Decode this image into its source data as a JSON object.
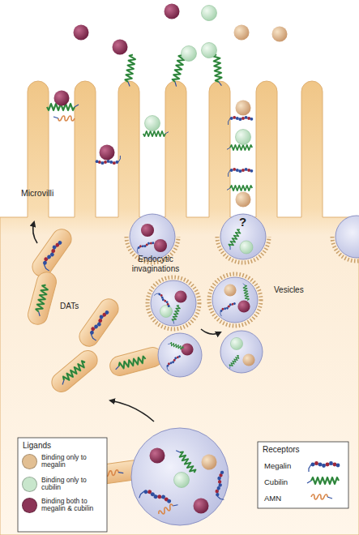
{
  "diagram": {
    "labels": [
      "Microvilli",
      "?",
      "Endocytic invaginations",
      "Vesicles",
      "DATs",
      "Ligands",
      "Receptors"
    ],
    "legend": [
      {
        "text": "Binding only to megalin",
        "color": "#e2bf93"
      },
      {
        "text": "Binding only to cubilin",
        "color": "#c8e6cc"
      },
      {
        "text": "Binding both to megalin & cubilin",
        "color": "#8c3557"
      },
      {
        "text": "Megalin"
      },
      {
        "text": "Cubilin"
      },
      {
        "text": "AMN"
      }
    ]
  }
}
